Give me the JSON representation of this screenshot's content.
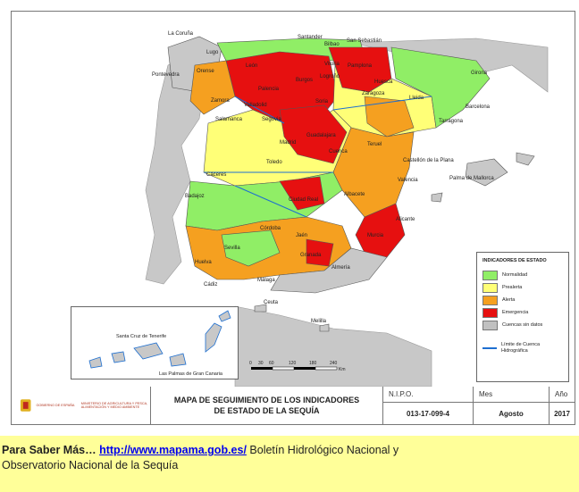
{
  "cities": {
    "la_coruna": "La Coruña",
    "santander": "Santander",
    "bilbao": "Bilbao",
    "san_sebastian": "San Sebastián",
    "lugo": "Lugo",
    "pontevedra": "Pontevedra",
    "orense": "Orense",
    "leon": "León",
    "burgos": "Burgos",
    "vitoria": "Vitoria",
    "pamplona": "Pamplona",
    "logrono": "Logroño",
    "palencia": "Palencia",
    "huesca": "Huesca",
    "girona": "Girona",
    "zamora": "Zamora",
    "valladolid": "Valladolid",
    "soria": "Soria",
    "zaragoza": "Zaragoza",
    "lleida": "Lleida",
    "barcelona": "Barcelona",
    "tarragona": "Tarragona",
    "salamanca": "Salamanca",
    "segovia": "Segovia",
    "madrid": "Madrid",
    "guadalajara": "Guadalajara",
    "teruel": "Teruel",
    "toledo": "Toledo",
    "cuenca": "Cuenca",
    "castellon": "Castellón de la Plana",
    "caceres": "Cáceres",
    "valencia": "Valencia",
    "palma": "Palma de Mallorca",
    "badajoz": "Badajoz",
    "ciudad_real": "Ciudad Real",
    "albacete": "Albacete",
    "alicante": "Alicante",
    "cordoba": "Córdoba",
    "jaen": "Jaén",
    "murcia": "Murcia",
    "sevilla": "Sevilla",
    "huelva": "Huelva",
    "granada": "Granada",
    "almeria": "Almería",
    "cadiz": "Cádiz",
    "malaga": "Málaga",
    "ceuta": "Ceuta",
    "melilla": "Melilla",
    "santa_cruz": "Santa Cruz de Tenerife",
    "las_palmas": "Las Palmas de Gran Canaria"
  },
  "scale_bar": {
    "ticks": [
      "0",
      "30",
      "60",
      "120",
      "180",
      "240"
    ],
    "unit": "Km"
  },
  "legend": {
    "title": "INDICADORES DE ESTADO",
    "items": [
      {
        "label": "Normalidad",
        "color": "#90ee66"
      },
      {
        "label": "Prealerta",
        "color": "#ffff77"
      },
      {
        "label": "Alerta",
        "color": "#f5a020"
      },
      {
        "label": "Emergencia",
        "color": "#e61010"
      },
      {
        "label": "Cuencas sin datos",
        "color": "#c0c0c0"
      }
    ],
    "line_label": "Límite de Cuenca Hidrográfica",
    "line_color": "#1e6fd0"
  },
  "footer": {
    "gov_line1": "GOBIERNO DE ESPAÑA",
    "ministry": "MINISTERIO DE AGRICULTURA Y PESCA, ALIMENTACIÓN Y MEDIO AMBIENTE",
    "title_line1": "MAPA DE SEGUIMIENTO DE LOS INDICADORES",
    "title_line2": "DE ESTADO DE LA SEQUÍA",
    "nipo_label": "N.I.P.O.",
    "nipo_value": "013-17-099-4",
    "mes_label": "Mes",
    "mes_value": "Agosto",
    "anio_label": "Año",
    "anio_value": "2017"
  },
  "info": {
    "lead": "Para Saber Más…",
    "link": "http://www.mapama.gob.es/",
    "rest_line1": " Boletín Hidrológico Nacional y",
    "line2": "Observatorio Nacional de la Sequía"
  }
}
